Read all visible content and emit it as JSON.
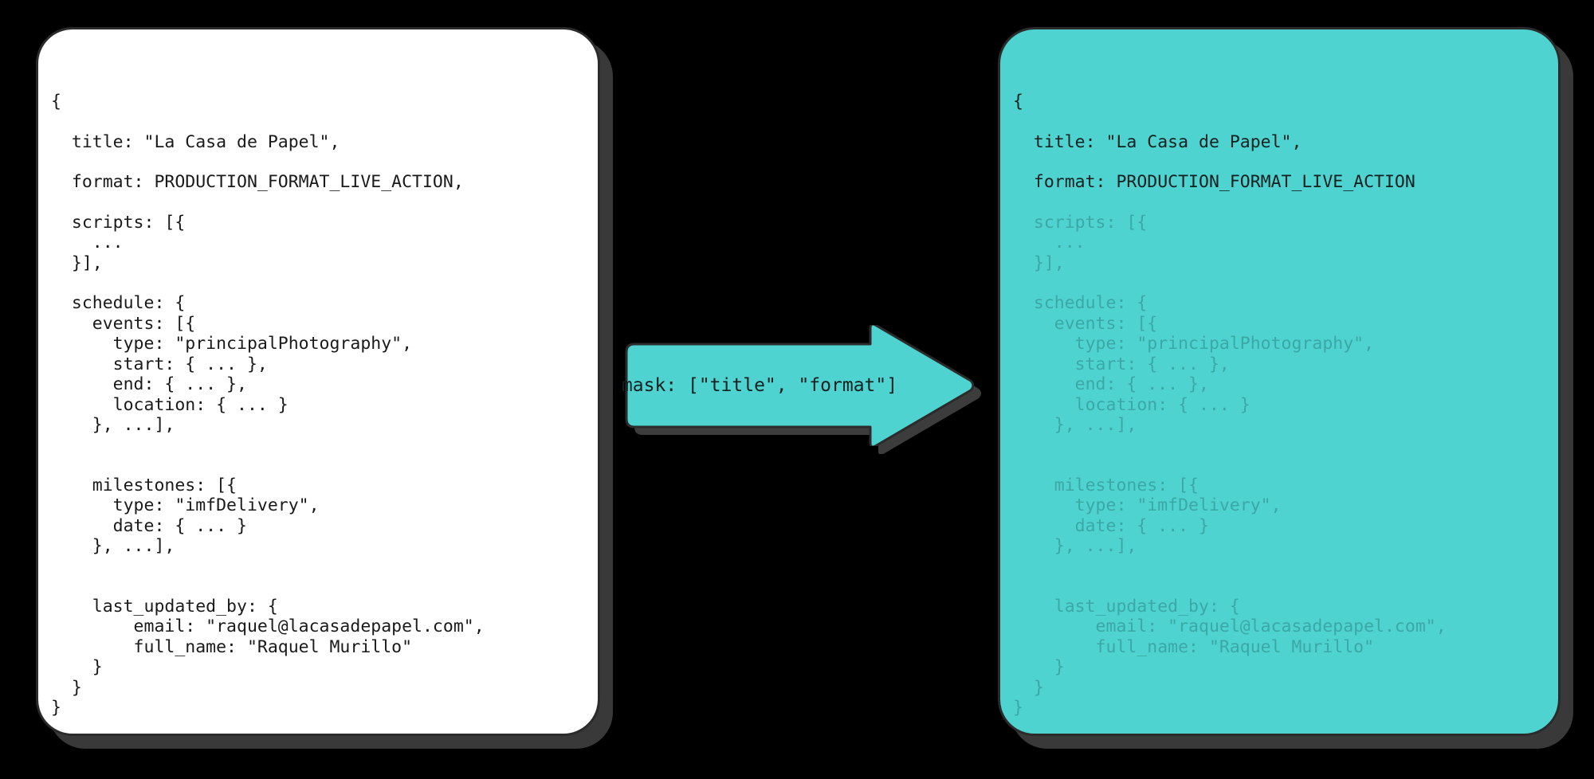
{
  "background_color": "#000000",
  "accent_color": "#4ed3d0",
  "border_color": "#2b2b2b",
  "shadow_color": "#3c3c3c",
  "input_card": {
    "label": "input-payload",
    "background_color": "#ffffff",
    "lines": [
      {
        "text": "{",
        "spacing": "none",
        "dim": false
      },
      {
        "text": "  title: \"La Casa de Papel\",",
        "spacing": "lg",
        "dim": false
      },
      {
        "text": "  format: PRODUCTION_FORMAT_LIVE_ACTION,",
        "spacing": "lg",
        "dim": false
      },
      {
        "text": "  scripts: [{",
        "spacing": "lg",
        "dim": false
      },
      {
        "text": "    ...",
        "spacing": "none",
        "dim": false
      },
      {
        "text": "  }],",
        "spacing": "none",
        "dim": false
      },
      {
        "text": "  schedule: {",
        "spacing": "lg",
        "dim": false
      },
      {
        "text": "    events: [{",
        "spacing": "none",
        "dim": false
      },
      {
        "text": "      type: \"principalPhotography\",",
        "spacing": "none",
        "dim": false
      },
      {
        "text": "      start: { ... },",
        "spacing": "none",
        "dim": false
      },
      {
        "text": "      end: { ... },",
        "spacing": "none",
        "dim": false
      },
      {
        "text": "      location: { ... }",
        "spacing": "none",
        "dim": false
      },
      {
        "text": "    }, ...],",
        "spacing": "none",
        "dim": false
      },
      {
        "text": "    milestones: [{",
        "spacing": "xl",
        "dim": false
      },
      {
        "text": "      type: \"imfDelivery\",",
        "spacing": "none",
        "dim": false
      },
      {
        "text": "      date: { ... }",
        "spacing": "none",
        "dim": false
      },
      {
        "text": "    }, ...],",
        "spacing": "none",
        "dim": false
      },
      {
        "text": "    last_updated_by: {",
        "spacing": "xl",
        "dim": false
      },
      {
        "text": "        email: \"raquel@lacasadepapel.com\",",
        "spacing": "none",
        "dim": false
      },
      {
        "text": "        full_name: \"Raquel Murillo\"",
        "spacing": "none",
        "dim": false
      },
      {
        "text": "    }",
        "spacing": "none",
        "dim": false
      },
      {
        "text": "  }",
        "spacing": "none",
        "dim": false
      },
      {
        "text": "}",
        "spacing": "none",
        "dim": false
      }
    ]
  },
  "arrow": {
    "label": "mask: [\"title\", \"format\"]",
    "icon": "right-arrow-icon",
    "fill_color": "#4ed3d0"
  },
  "output_card": {
    "label": "masked-payload",
    "background_color": "#4ed3d0",
    "lines": [
      {
        "text": "{",
        "spacing": "none",
        "dim": false
      },
      {
        "text": "  title: \"La Casa de Papel\",",
        "spacing": "lg",
        "dim": false
      },
      {
        "text": "  format: PRODUCTION_FORMAT_LIVE_ACTION",
        "spacing": "lg",
        "dim": false
      },
      {
        "text": "  scripts: [{",
        "spacing": "lg",
        "dim": true
      },
      {
        "text": "    ...",
        "spacing": "none",
        "dim": true
      },
      {
        "text": "  }],",
        "spacing": "none",
        "dim": true
      },
      {
        "text": "  schedule: {",
        "spacing": "lg",
        "dim": true
      },
      {
        "text": "    events: [{",
        "spacing": "none",
        "dim": true
      },
      {
        "text": "      type: \"principalPhotography\",",
        "spacing": "none",
        "dim": true
      },
      {
        "text": "      start: { ... },",
        "spacing": "none",
        "dim": true
      },
      {
        "text": "      end: { ... },",
        "spacing": "none",
        "dim": true
      },
      {
        "text": "      location: { ... }",
        "spacing": "none",
        "dim": true
      },
      {
        "text": "    }, ...],",
        "spacing": "none",
        "dim": true
      },
      {
        "text": "    milestones: [{",
        "spacing": "xl",
        "dim": true
      },
      {
        "text": "      type: \"imfDelivery\",",
        "spacing": "none",
        "dim": true
      },
      {
        "text": "      date: { ... }",
        "spacing": "none",
        "dim": true
      },
      {
        "text": "    }, ...],",
        "spacing": "none",
        "dim": true
      },
      {
        "text": "    last_updated_by: {",
        "spacing": "xl",
        "dim": true
      },
      {
        "text": "        email: \"raquel@lacasadepapel.com\",",
        "spacing": "none",
        "dim": true
      },
      {
        "text": "        full_name: \"Raquel Murillo\"",
        "spacing": "none",
        "dim": true
      },
      {
        "text": "    }",
        "spacing": "none",
        "dim": true
      },
      {
        "text": "  }",
        "spacing": "none",
        "dim": true
      },
      {
        "text": "}",
        "spacing": "none",
        "dim": true
      }
    ]
  }
}
